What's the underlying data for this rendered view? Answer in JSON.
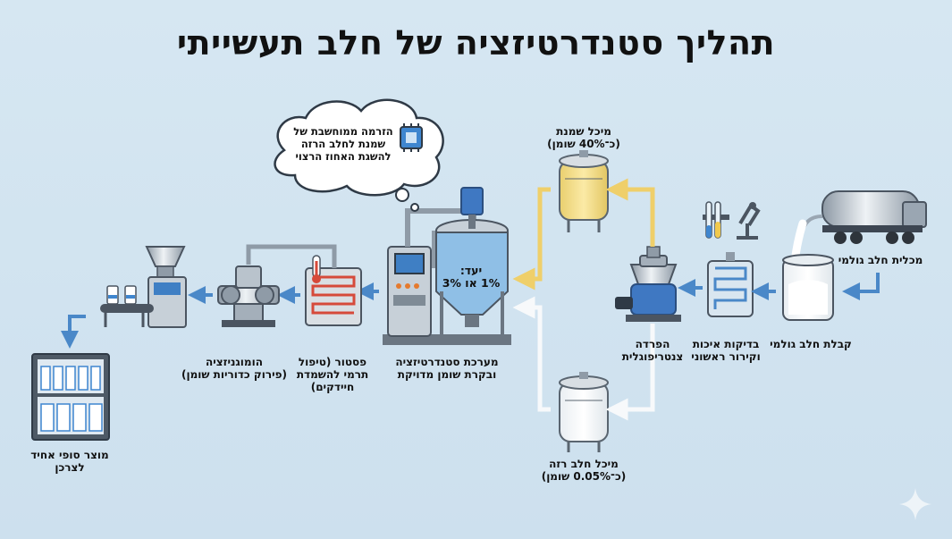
{
  "title": "תהליך סטנדרטיזציה של חלב תעשייתי",
  "cloud": {
    "lines": [
      "הזרמה ממוחשבת של",
      "שמנת לחלב הרזה",
      "להשגת האחוז הרצוי"
    ],
    "icon": "cpu-chip-icon"
  },
  "cream_tank": {
    "lines": [
      "מיכל שמנת",
      "(כ־40% שומן)"
    ]
  },
  "skim_tank": {
    "lines": [
      "מיכל חלב רזה",
      "(כ־0.05% שומן)"
    ]
  },
  "tanker": {
    "lines": [
      "מכלית חלב גולמי"
    ]
  },
  "target": {
    "lines": [
      "יעד:",
      "1% או 3%"
    ]
  },
  "stages": {
    "receiving": {
      "lines": [
        "קבלת חלב גולמי"
      ]
    },
    "testing": {
      "lines": [
        "בדיקות איכות",
        "וקירור ראשוני"
      ]
    },
    "separation": {
      "lines": [
        "הפרדה",
        "צנטריפוגלית"
      ]
    },
    "standardization": {
      "lines": [
        "מערכת סטנדרטיזציה",
        "ובקרת שומן מדויקת"
      ]
    },
    "pasteurization": {
      "lines": [
        "פסטור (טיפול",
        "תרמי להשמדת",
        "חיידקים)"
      ]
    },
    "homogenization": {
      "lines": [
        "הומוגניזציה",
        "(פירוק כדוריות שומן)"
      ]
    },
    "final": {
      "lines": [
        "מוצר סופי אחיד",
        "לצרכן"
      ]
    }
  },
  "colors": {
    "background": "#cfe2ef",
    "arrow": "#4a88c8",
    "cream": "#f2dc82",
    "steel": "#b9c3cc",
    "tank_blue": "#8fbfe6"
  }
}
